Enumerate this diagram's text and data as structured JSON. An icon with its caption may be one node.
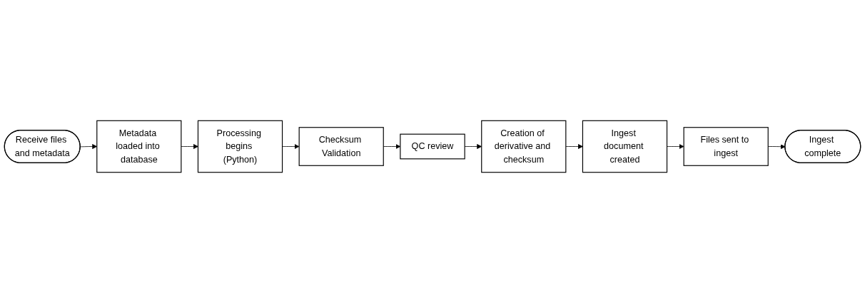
{
  "diagram": {
    "nodes": [
      {
        "text": [
          "Receive files and metadata"
        ]
      },
      {
        "text": [
          "Metadata loaded into database"
        ]
      },
      {
        "text": [
          "Processing begins (Python)"
        ]
      },
      {
        "text": [
          "Checksum Validation"
        ]
      },
      {
        "text": [
          "QC review"
        ]
      },
      {
        "text": [
          "Creation of derivative and checksum"
        ]
      },
      {
        "text": [
          "Ingest document created"
        ]
      },
      {
        "text": [
          "Files sent to ingest"
        ]
      },
      {
        "text": [
          "Ingest complete"
        ]
      }
    ],
    "edges": [
      {
        "from": 0,
        "to": 1,
        "arrow": "to"
      },
      {
        "from": 1,
        "to": 2,
        "arrow": "to"
      },
      {
        "from": 2,
        "to": 3,
        "arrow": "to"
      },
      {
        "from": 3,
        "to": 4,
        "arrow": "to"
      },
      {
        "from": 4,
        "to": 5,
        "arrow": "to"
      },
      {
        "from": 5,
        "to": 6,
        "arrow": "to"
      },
      {
        "from": 6,
        "to": 7,
        "arrow": "to"
      },
      {
        "from": 7,
        "to": 8,
        "arrow": "to"
      }
    ]
  }
}
